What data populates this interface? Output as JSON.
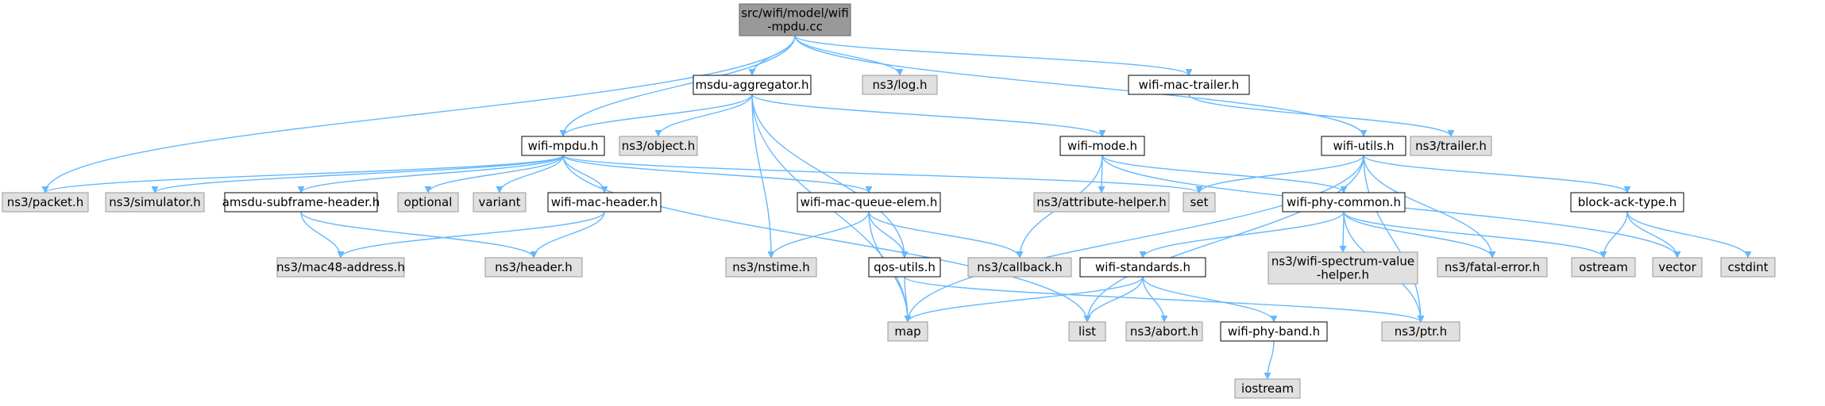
{
  "diagram": {
    "type": "include-dependency-graph",
    "colors": {
      "edge": "#63b8ff",
      "root_fill": "#999999",
      "documented_fill": "#ffffff",
      "documented_border": "#000000",
      "external_fill": "#e0e0e0",
      "external_border": "#999999"
    },
    "nodes": [
      {
        "id": "root",
        "label": [
          "src/wifi/model/wifi",
          "-mpdu.cc"
        ],
        "kind": "root"
      },
      {
        "id": "msdu",
        "label": [
          "msdu-aggregator.h"
        ],
        "kind": "doc"
      },
      {
        "id": "log",
        "label": [
          "ns3/log.h"
        ],
        "kind": "ext"
      },
      {
        "id": "mactrailer",
        "label": [
          "wifi-mac-trailer.h"
        ],
        "kind": "doc"
      },
      {
        "id": "mpdu",
        "label": [
          "wifi-mpdu.h"
        ],
        "kind": "doc"
      },
      {
        "id": "object",
        "label": [
          "ns3/object.h"
        ],
        "kind": "ext"
      },
      {
        "id": "mode",
        "label": [
          "wifi-mode.h"
        ],
        "kind": "doc"
      },
      {
        "id": "utils",
        "label": [
          "wifi-utils.h"
        ],
        "kind": "doc"
      },
      {
        "id": "trailer",
        "label": [
          "ns3/trailer.h"
        ],
        "kind": "ext"
      },
      {
        "id": "packet",
        "label": [
          "ns3/packet.h"
        ],
        "kind": "ext"
      },
      {
        "id": "simulator",
        "label": [
          "ns3/simulator.h"
        ],
        "kind": "ext"
      },
      {
        "id": "amsdu",
        "label": [
          "amsdu-subframe-header.h"
        ],
        "kind": "doc"
      },
      {
        "id": "optional",
        "label": [
          "optional"
        ],
        "kind": "ext"
      },
      {
        "id": "variant",
        "label": [
          "variant"
        ],
        "kind": "ext"
      },
      {
        "id": "machdr",
        "label": [
          "wifi-mac-header.h"
        ],
        "kind": "doc"
      },
      {
        "id": "queueelem",
        "label": [
          "wifi-mac-queue-elem.h"
        ],
        "kind": "doc"
      },
      {
        "id": "attrhelper",
        "label": [
          "ns3/attribute-helper.h"
        ],
        "kind": "ext"
      },
      {
        "id": "set",
        "label": [
          "set"
        ],
        "kind": "ext"
      },
      {
        "id": "phycommon",
        "label": [
          "wifi-phy-common.h"
        ],
        "kind": "doc"
      },
      {
        "id": "blockack",
        "label": [
          "block-ack-type.h"
        ],
        "kind": "doc"
      },
      {
        "id": "mac48",
        "label": [
          "ns3/mac48-address.h"
        ],
        "kind": "ext"
      },
      {
        "id": "header",
        "label": [
          "ns3/header.h"
        ],
        "kind": "ext"
      },
      {
        "id": "nstime",
        "label": [
          "ns3/nstime.h"
        ],
        "kind": "ext"
      },
      {
        "id": "qos",
        "label": [
          "qos-utils.h"
        ],
        "kind": "doc"
      },
      {
        "id": "callback",
        "label": [
          "ns3/callback.h"
        ],
        "kind": "ext"
      },
      {
        "id": "standards",
        "label": [
          "wifi-standards.h"
        ],
        "kind": "doc"
      },
      {
        "id": "spectrum",
        "label": [
          "ns3/wifi-spectrum-value",
          "-helper.h"
        ],
        "kind": "ext"
      },
      {
        "id": "fatal",
        "label": [
          "ns3/fatal-error.h"
        ],
        "kind": "ext"
      },
      {
        "id": "ostream",
        "label": [
          "ostream"
        ],
        "kind": "ext"
      },
      {
        "id": "vector",
        "label": [
          "vector"
        ],
        "kind": "ext"
      },
      {
        "id": "cstdint",
        "label": [
          "cstdint"
        ],
        "kind": "ext"
      },
      {
        "id": "map",
        "label": [
          "map"
        ],
        "kind": "ext"
      },
      {
        "id": "list",
        "label": [
          "list"
        ],
        "kind": "ext"
      },
      {
        "id": "abort",
        "label": [
          "ns3/abort.h"
        ],
        "kind": "ext"
      },
      {
        "id": "phyband",
        "label": [
          "wifi-phy-band.h"
        ],
        "kind": "doc"
      },
      {
        "id": "ptr",
        "label": [
          "ns3/ptr.h"
        ],
        "kind": "ext"
      },
      {
        "id": "iostream",
        "label": [
          "iostream"
        ],
        "kind": "ext"
      }
    ],
    "edges": [
      [
        "root",
        "msdu"
      ],
      [
        "root",
        "log"
      ],
      [
        "root",
        "mactrailer"
      ],
      [
        "root",
        "mpdu"
      ],
      [
        "root",
        "packet"
      ],
      [
        "root",
        "utils"
      ],
      [
        "mactrailer",
        "trailer"
      ],
      [
        "msdu",
        "mpdu"
      ],
      [
        "msdu",
        "object"
      ],
      [
        "msdu",
        "mode"
      ],
      [
        "msdu",
        "nstime"
      ],
      [
        "msdu",
        "map"
      ],
      [
        "msdu",
        "qos"
      ],
      [
        "mpdu",
        "packet"
      ],
      [
        "mpdu",
        "simulator"
      ],
      [
        "mpdu",
        "amsdu"
      ],
      [
        "mpdu",
        "optional"
      ],
      [
        "mpdu",
        "variant"
      ],
      [
        "mpdu",
        "machdr"
      ],
      [
        "mpdu",
        "queueelem"
      ],
      [
        "mpdu",
        "set"
      ],
      [
        "mpdu",
        "list"
      ],
      [
        "mode",
        "attrhelper"
      ],
      [
        "mode",
        "callback"
      ],
      [
        "mode",
        "phycommon"
      ],
      [
        "mode",
        "vector"
      ],
      [
        "utils",
        "set"
      ],
      [
        "utils",
        "map"
      ],
      [
        "utils",
        "fatal"
      ],
      [
        "utils",
        "blockack"
      ],
      [
        "utils",
        "list"
      ],
      [
        "utils",
        "ptr"
      ],
      [
        "amsdu",
        "mac48"
      ],
      [
        "amsdu",
        "header"
      ],
      [
        "machdr",
        "mac48"
      ],
      [
        "machdr",
        "header"
      ],
      [
        "queueelem",
        "nstime"
      ],
      [
        "queueelem",
        "qos"
      ],
      [
        "queueelem",
        "callback"
      ],
      [
        "queueelem",
        "map"
      ],
      [
        "phycommon",
        "standards"
      ],
      [
        "phycommon",
        "spectrum"
      ],
      [
        "phycommon",
        "fatal"
      ],
      [
        "phycommon",
        "ostream"
      ],
      [
        "phycommon",
        "ptr"
      ],
      [
        "blockack",
        "ostream"
      ],
      [
        "blockack",
        "vector"
      ],
      [
        "blockack",
        "cstdint"
      ],
      [
        "qos",
        "map"
      ],
      [
        "qos",
        "ptr"
      ],
      [
        "standards",
        "map"
      ],
      [
        "standards",
        "list"
      ],
      [
        "standards",
        "abort"
      ],
      [
        "standards",
        "phyband"
      ],
      [
        "phyband",
        "iostream"
      ]
    ]
  }
}
